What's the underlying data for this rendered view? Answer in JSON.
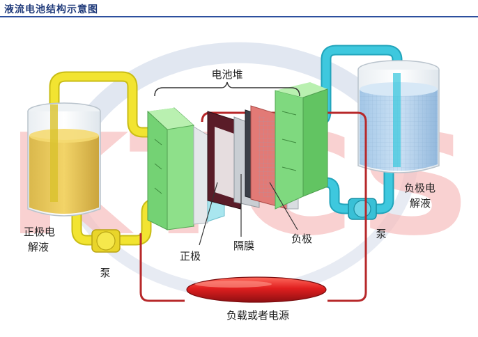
{
  "header": {
    "title": "液流电池结构示意图"
  },
  "diagram": {
    "stack_label": "电池堆",
    "left_tank_label": [
      "正极电",
      "解液"
    ],
    "right_tank_label": [
      "负极电",
      "解液"
    ],
    "left_pump_label": "泵",
    "right_pump_label": "泵",
    "positive_electrode_label": "正极",
    "membrane_label": "隔膜",
    "negative_electrode_label": "负极",
    "load_label": "负载或者电源"
  },
  "watermark": {
    "text": "KTCS"
  },
  "colors": {
    "header_text": "#1f3a7a",
    "header_rule": "#2d4f9e",
    "left_pipe": "#f2e431",
    "right_pipe": "#3ec8de",
    "stack_frame": "#86dc86",
    "load": "#d41c1c",
    "circuit_wire": "#b7282a"
  }
}
